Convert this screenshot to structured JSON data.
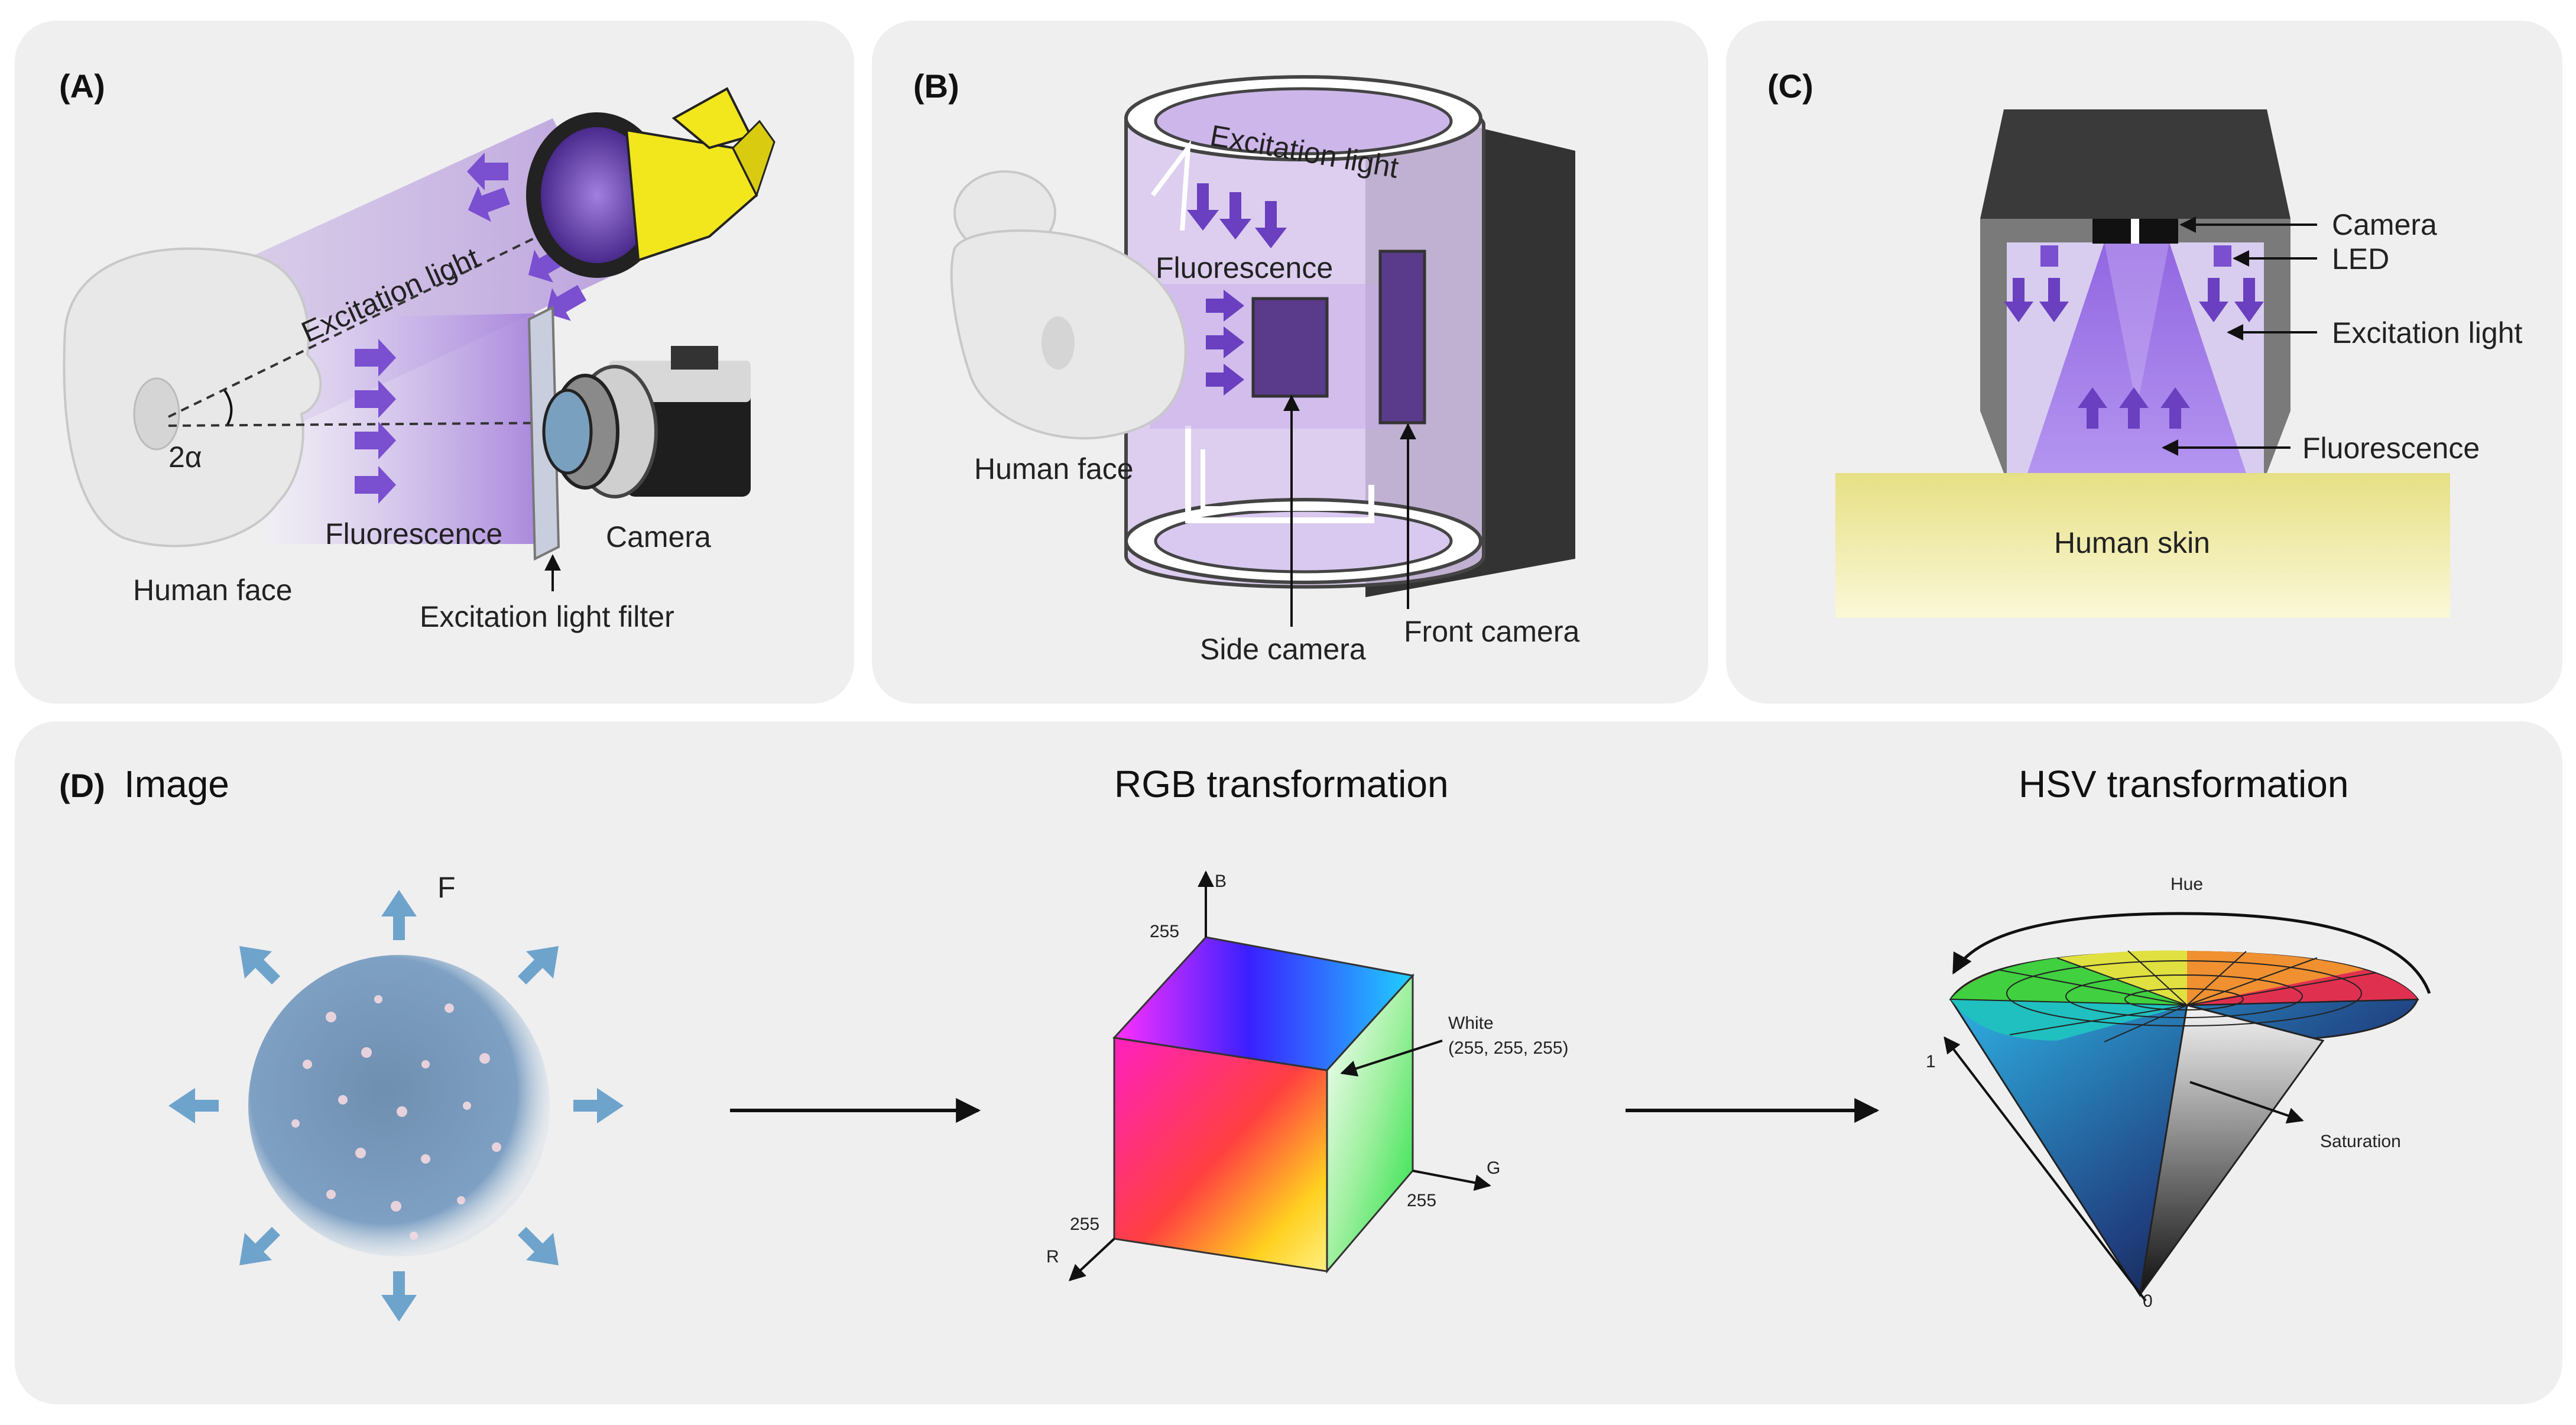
{
  "panel_a": {
    "tag": "(A)",
    "excitation_light": "Excitation light",
    "angle": "2α",
    "fluorescence": "Fluorescence",
    "camera": "Camera",
    "human_face": "Human face",
    "filter": "Excitation light filter"
  },
  "panel_b": {
    "tag": "(B)",
    "excitation_light": "Excitation light",
    "fluorescence": "Fluorescence",
    "human_face": "Human face",
    "side_camera": "Side camera",
    "front_camera": "Front camera"
  },
  "panel_c": {
    "tag": "(C)",
    "camera": "Camera",
    "led": "LED",
    "excitation_light": "Excitation light",
    "fluorescence": "Fluorescence",
    "human_skin": "Human skin"
  },
  "panel_d": {
    "tag": "(D)",
    "image_title": "Image",
    "rgb_title": "RGB transformation",
    "hsv_title": "HSV transformation",
    "f_label": "F",
    "rgb": {
      "b_axis": "B",
      "g_axis": "G",
      "r_axis": "R",
      "b_max": "255",
      "g_max": "255",
      "r_max": "255",
      "white": "White",
      "white_value": "(255, 255, 255)"
    },
    "hsv": {
      "hue": "Hue",
      "saturation": "Saturation",
      "one": "1",
      "zero": "0"
    }
  },
  "colors": {
    "panel_bg": "#efefef",
    "purple_arrow": "#7a4fd0",
    "light_purple": "#c9b4e6",
    "skin_yellow": "#ece79a",
    "blue_arrow": "#6ea3cc"
  }
}
